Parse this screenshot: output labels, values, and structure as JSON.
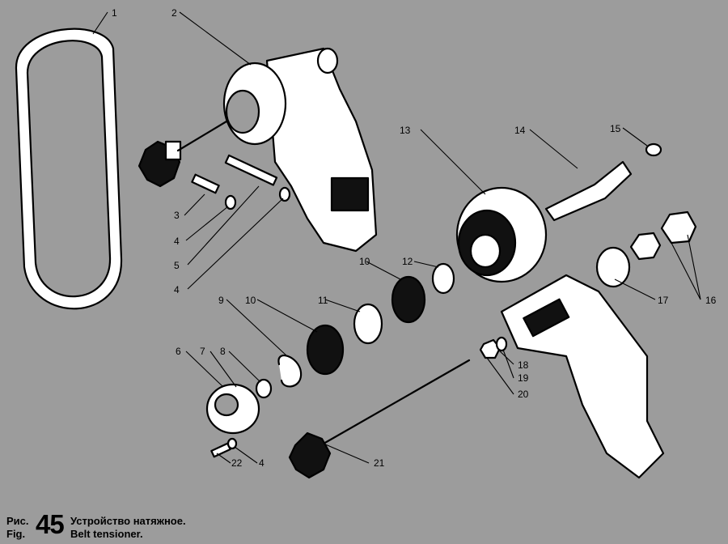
{
  "caption": {
    "prefix_ru": "Рис.",
    "prefix_en": "Fig.",
    "number": "45",
    "title_ru": "Устройство натяжное.",
    "title_en": "Belt tensioner."
  },
  "callouts": [
    "1",
    "2",
    "3",
    "4",
    "5",
    "4",
    "6",
    "7",
    "8",
    "9",
    "10",
    "10",
    "11",
    "12",
    "13",
    "14",
    "15",
    "16",
    "17",
    "18",
    "19",
    "20",
    "21",
    "22",
    "4"
  ],
  "colors": {
    "background": "#9c9c9c",
    "ink": "#000000",
    "highlight": "#ffffff"
  }
}
